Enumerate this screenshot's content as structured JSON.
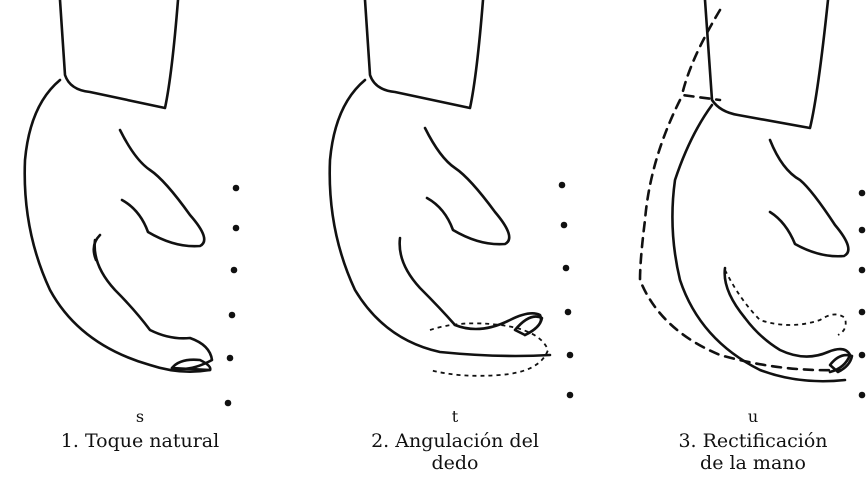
{
  "figures": [
    {
      "letter": "s",
      "caption_line1": "1. Toque natural",
      "caption_line2": ""
    },
    {
      "letter": "t",
      "caption_line1": "2. Angulación del",
      "caption_line2": "dedo"
    },
    {
      "letter": "u",
      "caption_line1": "3. Rectificación",
      "caption_line2": "de la mano"
    }
  ],
  "colors": {
    "ink": "#111111",
    "background": "#ffffff"
  }
}
